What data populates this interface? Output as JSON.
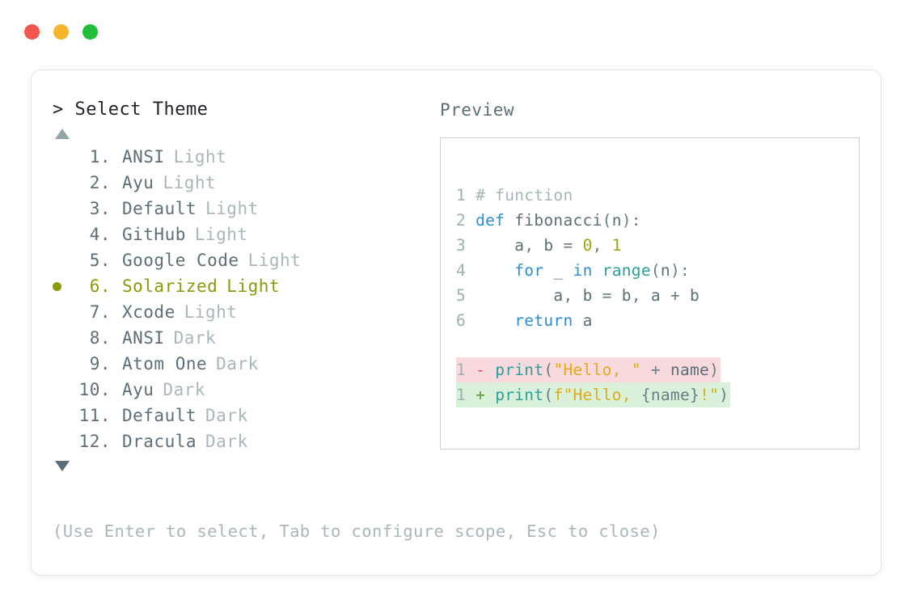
{
  "window": {
    "dots": [
      {
        "name": "close",
        "color": "#f2564e"
      },
      {
        "name": "minimize",
        "color": "#f5b52c"
      },
      {
        "name": "maximize",
        "color": "#21be3b"
      }
    ]
  },
  "left": {
    "prompt": "> Select Theme",
    "scroll_up": "▲",
    "scroll_down": "▼",
    "selected_index": 6,
    "selected_color": "#8a9a08",
    "bullet_glyph": "●",
    "items": [
      {
        "index": "1.",
        "name": "ANSI",
        "variant": "Light",
        "selected": false
      },
      {
        "index": "2.",
        "name": "Ayu",
        "variant": "Light",
        "selected": false
      },
      {
        "index": "3.",
        "name": "Default",
        "variant": "Light",
        "selected": false
      },
      {
        "index": "4.",
        "name": "GitHub",
        "variant": "Light",
        "selected": false
      },
      {
        "index": "5.",
        "name": "Google Code",
        "variant": "Light",
        "selected": false
      },
      {
        "index": "6.",
        "name": "Solarized",
        "variant": "Light",
        "selected": true
      },
      {
        "index": "7.",
        "name": "Xcode",
        "variant": "Light",
        "selected": false
      },
      {
        "index": "8.",
        "name": "ANSI",
        "variant": "Dark",
        "selected": false
      },
      {
        "index": "9.",
        "name": "Atom One",
        "variant": "Dark",
        "selected": false
      },
      {
        "index": "10.",
        "name": "Ayu",
        "variant": "Dark",
        "selected": false
      },
      {
        "index": "11.",
        "name": "Default",
        "variant": "Dark",
        "selected": false
      },
      {
        "index": "12.",
        "name": "Dracula",
        "variant": "Dark",
        "selected": false
      }
    ]
  },
  "right": {
    "label": "Preview",
    "code_lines": [
      {
        "n": "1",
        "text": "# function"
      },
      {
        "n": "2",
        "text": "def fibonacci(n):"
      },
      {
        "n": "3",
        "text": "    a, b = 0, 1"
      },
      {
        "n": "4",
        "text": "    for _ in range(n):"
      },
      {
        "n": "5",
        "text": "        a, b = b, a + b"
      },
      {
        "n": "6",
        "text": "    return a"
      }
    ],
    "diff_lines": [
      {
        "n": "1",
        "sign": "-",
        "text": "print(\"Hello, \" + name)",
        "kind": "delete"
      },
      {
        "n": "1",
        "sign": "+",
        "text": "print(f\"Hello, {name}!\")",
        "kind": "add"
      }
    ],
    "diff_delete_bg": "#f8d9dd",
    "diff_add_bg": "#d9f0da"
  },
  "footer": {
    "hint": "(Use Enter to select, Tab to configure scope, Esc to close)"
  }
}
